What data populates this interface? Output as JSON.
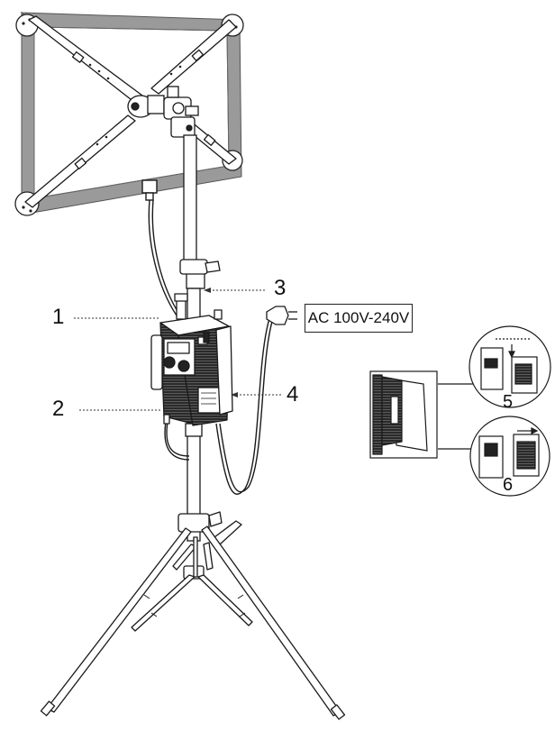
{
  "callouts": {
    "c1": "1",
    "c2": "2",
    "c3": "3",
    "c4": "4",
    "c5": "5",
    "c6": "6"
  },
  "power_label": "AC 100V-240V",
  "colors": {
    "line": "#1a1a1a",
    "frame_fill": "#9a9a9a",
    "frame_stroke": "#555555",
    "box_dark": "#2b2b2b"
  },
  "icons": [
    "light-panel-frame",
    "cross-brace",
    "light-stand",
    "control-box",
    "power-plug",
    "v-mount-battery"
  ]
}
